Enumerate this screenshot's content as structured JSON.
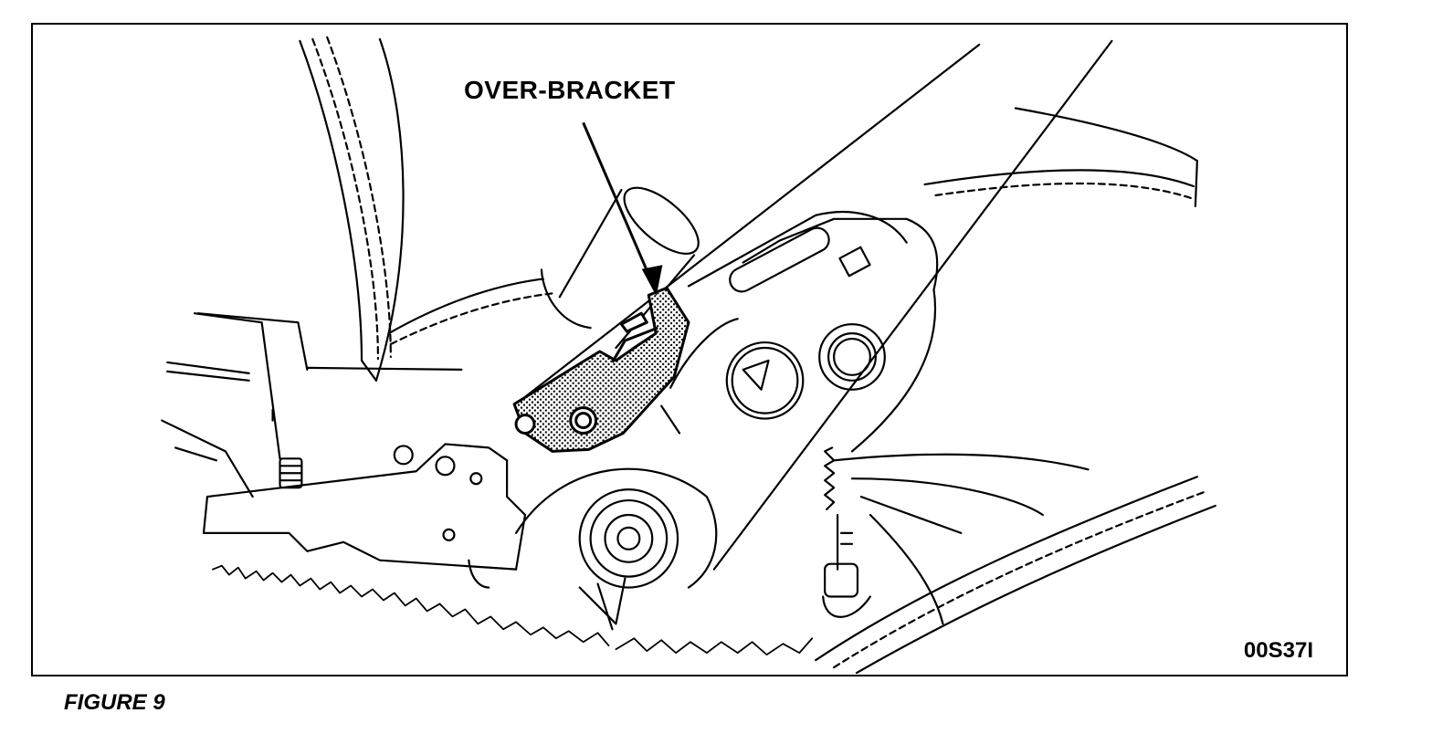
{
  "figure": {
    "callout": "OVER-BRACKET",
    "code": "00S37I",
    "caption": "FIGURE 9"
  },
  "colors": {
    "ink": "#000000",
    "paper": "#ffffff",
    "highlight_fill": "#bdbdbd"
  }
}
